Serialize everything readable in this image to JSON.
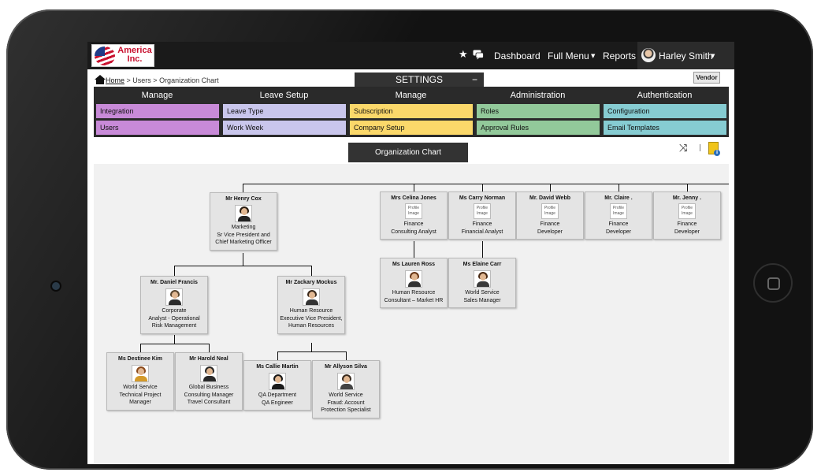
{
  "topbar": {
    "logo_text": "America Inc.",
    "star_icon": "star-icon",
    "chat_icon": "chat-icon",
    "dashboard": "Dashboard",
    "full_menu": "Full Menu",
    "reports": "Reports",
    "user_name": "Harley Smith"
  },
  "breadcrumb": {
    "home": "Home",
    "users": "Users",
    "current": "Organization Chart"
  },
  "settings": {
    "label": "SETTINGS",
    "minimize": "−"
  },
  "vendor_button": "Vendor",
  "menu": {
    "columns": [
      {
        "heading": "Manage",
        "color": "#c88ad8",
        "items": [
          "Integration",
          "Users"
        ]
      },
      {
        "heading": "Leave Setup",
        "color": "#c9c6ec",
        "items": [
          "Leave Type",
          "Work Week"
        ]
      },
      {
        "heading": "Manage",
        "color": "#fbd86a",
        "items": [
          "Subscription",
          "Company Setup"
        ]
      },
      {
        "heading": "Administration",
        "color": "#92c99a",
        "items": [
          "Roles",
          "Approval Rules"
        ]
      },
      {
        "heading": "Authentication",
        "color": "#86ccd2",
        "items": [
          "Configuration",
          "Email Templates"
        ]
      }
    ]
  },
  "org_chart": {
    "title": "Organization Chart",
    "profile_placeholder": "Profile Image",
    "nodes": [
      {
        "name": "Mr Henry Cox",
        "dept": "Marketing",
        "title": "Sr Vice President and Chief Marketing Officer"
      },
      {
        "name": "Mr. Daniel Francis",
        "dept": "Corporate",
        "title": "Analyst - Operational Risk Management"
      },
      {
        "name": "Mr Zackary Mockus",
        "dept": "Human Resource",
        "title": "Executive Vice President, Human Resources"
      },
      {
        "name": "Ms Destinee Kim",
        "dept": "World Service",
        "title": "Technical Project Manager"
      },
      {
        "name": "Mr Harold Neal",
        "dept": "Global Business",
        "title": "Consulting Manager Travel Consultant"
      },
      {
        "name": "Ms Callie Martin",
        "dept": "QA Department",
        "title": "QA Engineer"
      },
      {
        "name": "Mr Allyson Silva",
        "dept": "World Service",
        "title": "Fraud: Account Protection Specialist"
      },
      {
        "name": "Mrs Celina Jones",
        "dept": "Finance",
        "title": "Consulting Analyst"
      },
      {
        "name": "Ms Carry Norman",
        "dept": "Finance",
        "title": "Financial Analyst"
      },
      {
        "name": "Mr. David Webb",
        "dept": "Finance",
        "title": "Developer"
      },
      {
        "name": "Mr. Claire .",
        "dept": "Finance",
        "title": "Developer"
      },
      {
        "name": "Mr. Jenny .",
        "dept": "Finance",
        "title": "Developer"
      },
      {
        "name": "Ms Lauren Ross",
        "dept": "Human Resource",
        "title": "Consultant – Market HR"
      },
      {
        "name": "Ms Elaine Carr",
        "dept": "World Service",
        "title": "Sales Manager"
      }
    ]
  }
}
